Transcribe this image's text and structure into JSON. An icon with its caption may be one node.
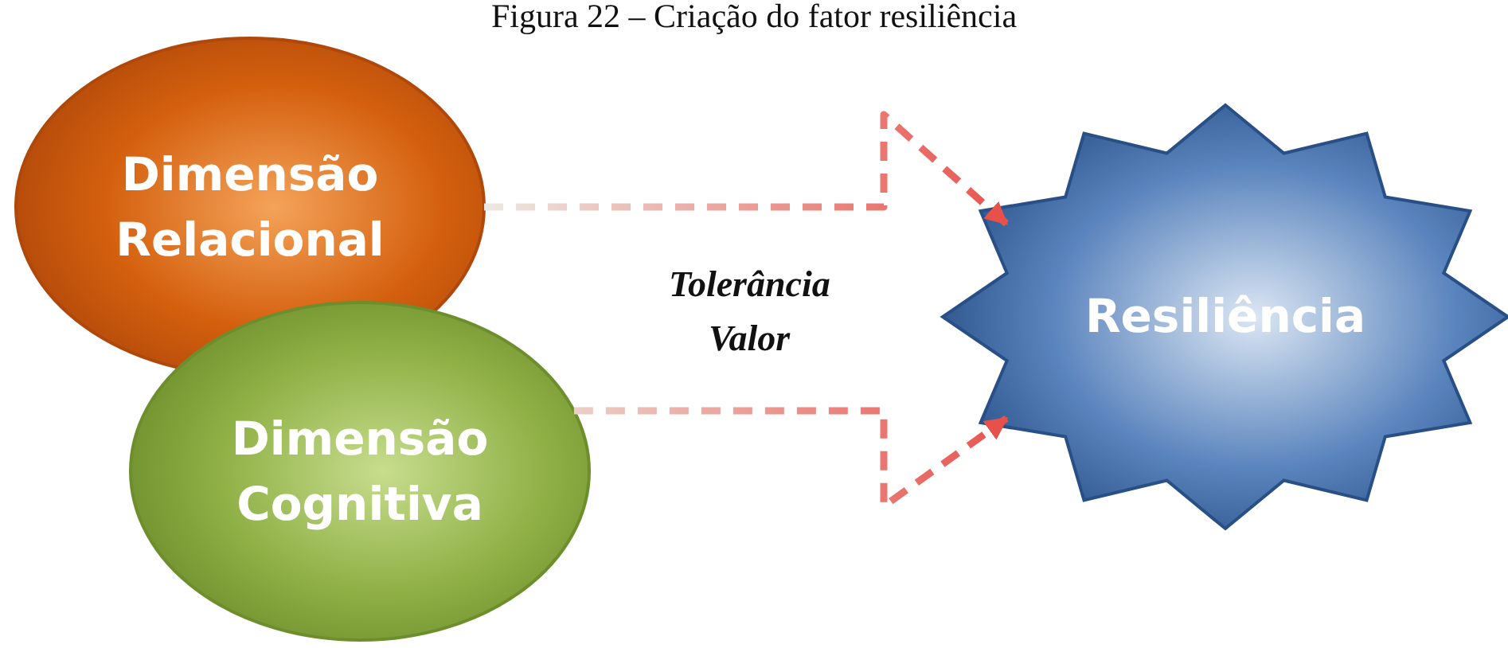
{
  "diagram": {
    "title": "Figura 22 – Criação do fator resiliência",
    "nodes": [
      {
        "text": [
          "Dimensão Relacional"
        ]
      },
      {
        "text": [
          "Dimensão Cognitiva"
        ]
      },
      {
        "text": [
          "Resiliência"
        ]
      }
    ],
    "edges": [
      {
        "from": 0,
        "to": 2,
        "arrow": "to",
        "style": "dashed"
      },
      {
        "from": 1,
        "to": 2,
        "arrow": "to",
        "style": "dashed"
      }
    ],
    "labels": [
      "Tolerância",
      "Valor"
    ]
  }
}
